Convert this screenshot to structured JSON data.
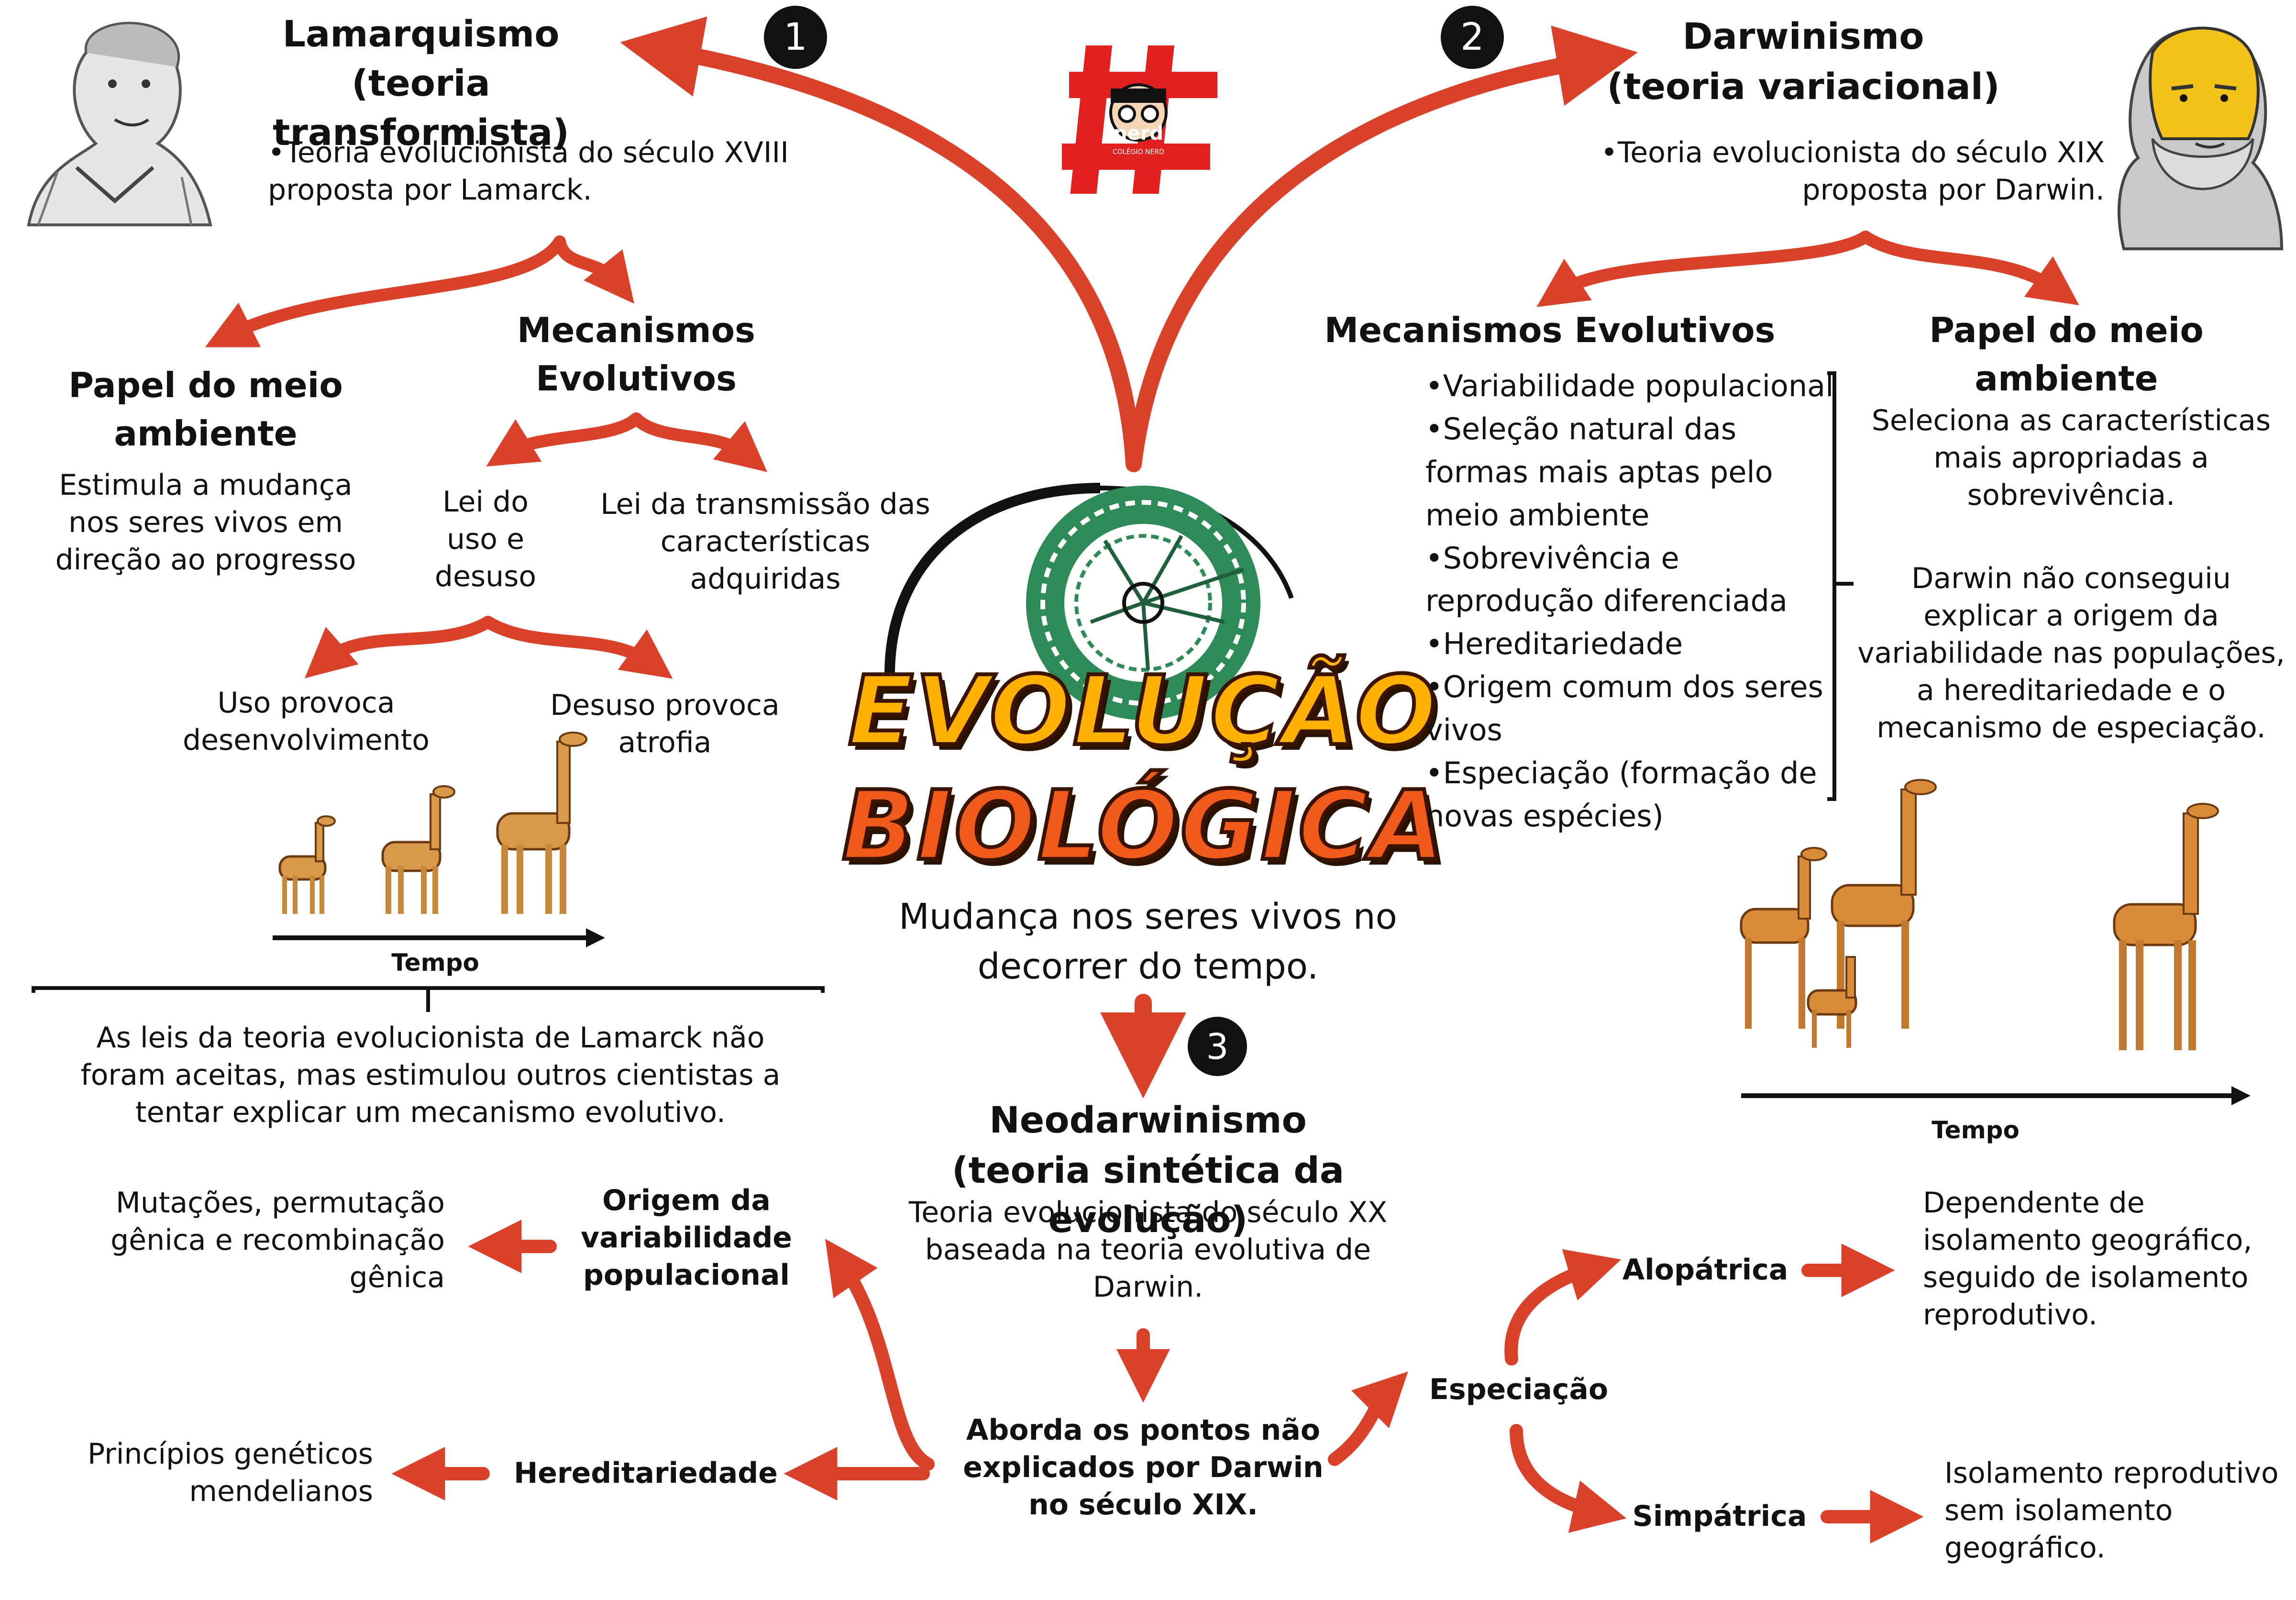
{
  "colors": {
    "arrow": "#d9412b",
    "badge": "#111111",
    "logo": "#e32020",
    "tree": "#2e8b57"
  },
  "title": {
    "line1": "EVOLUÇÃO",
    "line2": "BIOLÓGICA",
    "subtitle": "Mudança nos seres vivos no decorrer do tempo."
  },
  "logo": {
    "symbol": "#",
    "text": "nerd",
    "small": "COLÉGIO NERD"
  },
  "badges": [
    "1",
    "2",
    "3"
  ],
  "lamarck": {
    "title_line1": "Lamarquismo",
    "title_line2": "(teoria transformista)",
    "description": "•Teoria evolucionista do século XVIII proposta por Lamarck.",
    "portrait_icon": "lamarck-portrait",
    "environment": {
      "title": "Papel do meio ambiente",
      "text": "Estimula a mudança nos seres vivos em direção ao progresso"
    },
    "mechanisms": {
      "title": "Mecanismos Evolutivos",
      "law1": "Lei do uso e desuso",
      "law2": "Lei da transmissão das características adquiridas",
      "use": "Uso provoca desenvolvimento",
      "disuse": "Desuso provoca atrofia"
    },
    "time_label": "Tempo",
    "conclusion": "As leis da teoria evolucionista de Lamarck não foram aceitas, mas estimulou outros cientistas a tentar explicar um mecanismo evolutivo."
  },
  "darwin": {
    "title_line1": "Darwinismo",
    "title_line2": "(teoria variacional)",
    "description": "•Teoria evolucionista do século XIX proposta por Darwin.",
    "portrait_icon": "darwin-portrait",
    "mechanisms": {
      "title": "Mecanismos Evolutivos",
      "items": [
        "•Variabilidade populacional",
        "•Seleção natural das formas mais aptas pelo meio ambiente",
        "•Sobrevivência e reprodução diferenciada",
        "•Hereditariedade",
        "•Origem comum dos seres vivos",
        "•Especiação (formação de novas espécies)"
      ]
    },
    "environment": {
      "title": "Papel do meio ambiente",
      "text": "Seleciona as características mais apropriadas a sobrevivência.",
      "note": "Darwin não conseguiu explicar a origem da variabilidade nas populações, a hereditariedade e o mecanismo de especiação."
    },
    "time_label": "Tempo"
  },
  "neo": {
    "title_line1": "Neodarwinismo",
    "title_line2": "(teoria sintética da evolução)",
    "description": "Teoria evolucionista do século XX baseada na teoria evolutiva de Darwin.",
    "approach": "Aborda os pontos não explicados por Darwin no século XIX.",
    "origin": "Origem da variabilidade populacional",
    "origin_detail": "Mutações, permutação gênica e recombinação gênica",
    "heredity": "Hereditariedade",
    "heredity_detail": "Princípios genéticos mendelianos",
    "speciation": "Especiação",
    "allopatric": "Alopátrica",
    "allopatric_detail": "Dependente de isolamento geográfico, seguido de isolamento reprodutivo.",
    "sympatric": "Simpátrica",
    "sympatric_detail": "Isolamento reprodutivo sem isolamento geográfico."
  }
}
